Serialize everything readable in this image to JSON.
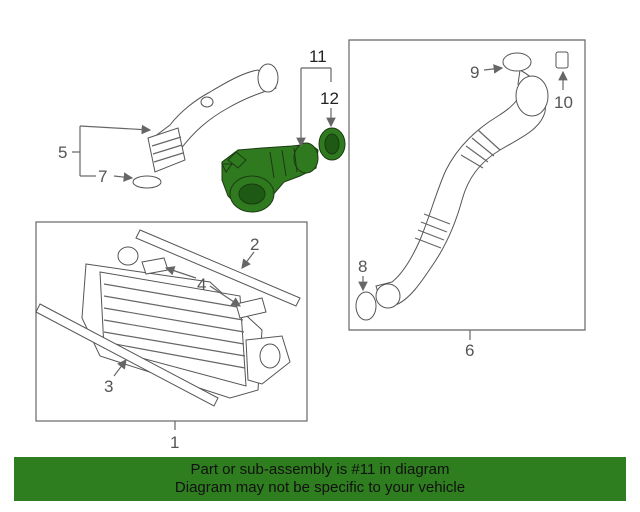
{
  "colors": {
    "highlight": "#2f7a1f",
    "banner": "#2e7d1e",
    "line": "#666666"
  },
  "callouts": {
    "c1": "1",
    "c2": "2",
    "c3": "3",
    "c4": "4",
    "c5": "5",
    "c6": "6",
    "c7": "7",
    "c8": "8",
    "c9": "9",
    "c10": "10",
    "c11": "11",
    "c12": "12"
  },
  "banner": {
    "line1": "Part or sub-assembly is #11 in diagram",
    "line2": "Diagram may not be specific to your vehicle"
  }
}
